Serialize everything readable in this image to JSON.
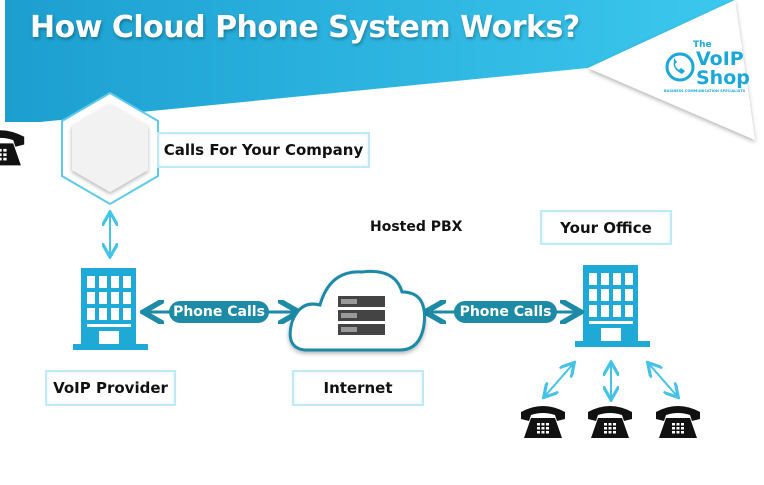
{
  "header": {
    "title": "How Cloud Phone System Works?"
  },
  "logo": {
    "line1": "The",
    "line2": "VoIP",
    "line3": "Shop",
    "tagline": "BUSINESS COMMUNICATION SPECIALISTS"
  },
  "nodes": {
    "calls_for_company": "Calls For Your Company",
    "hosted_pbx": "Hosted PBX",
    "your_office": "Your Office",
    "voip_provider": "VoIP Provider",
    "internet": "Internet"
  },
  "links": {
    "left": "Phone Calls",
    "right": "Phone Calls"
  },
  "colors": {
    "banner": "#1fb0e0",
    "accent": "#1d8aa6",
    "building": "#1ea9d6",
    "box_border": "#bfe9f7"
  },
  "icons": [
    "telephone-icon",
    "building-icon",
    "cloud-server-icon",
    "arrow-icon"
  ]
}
